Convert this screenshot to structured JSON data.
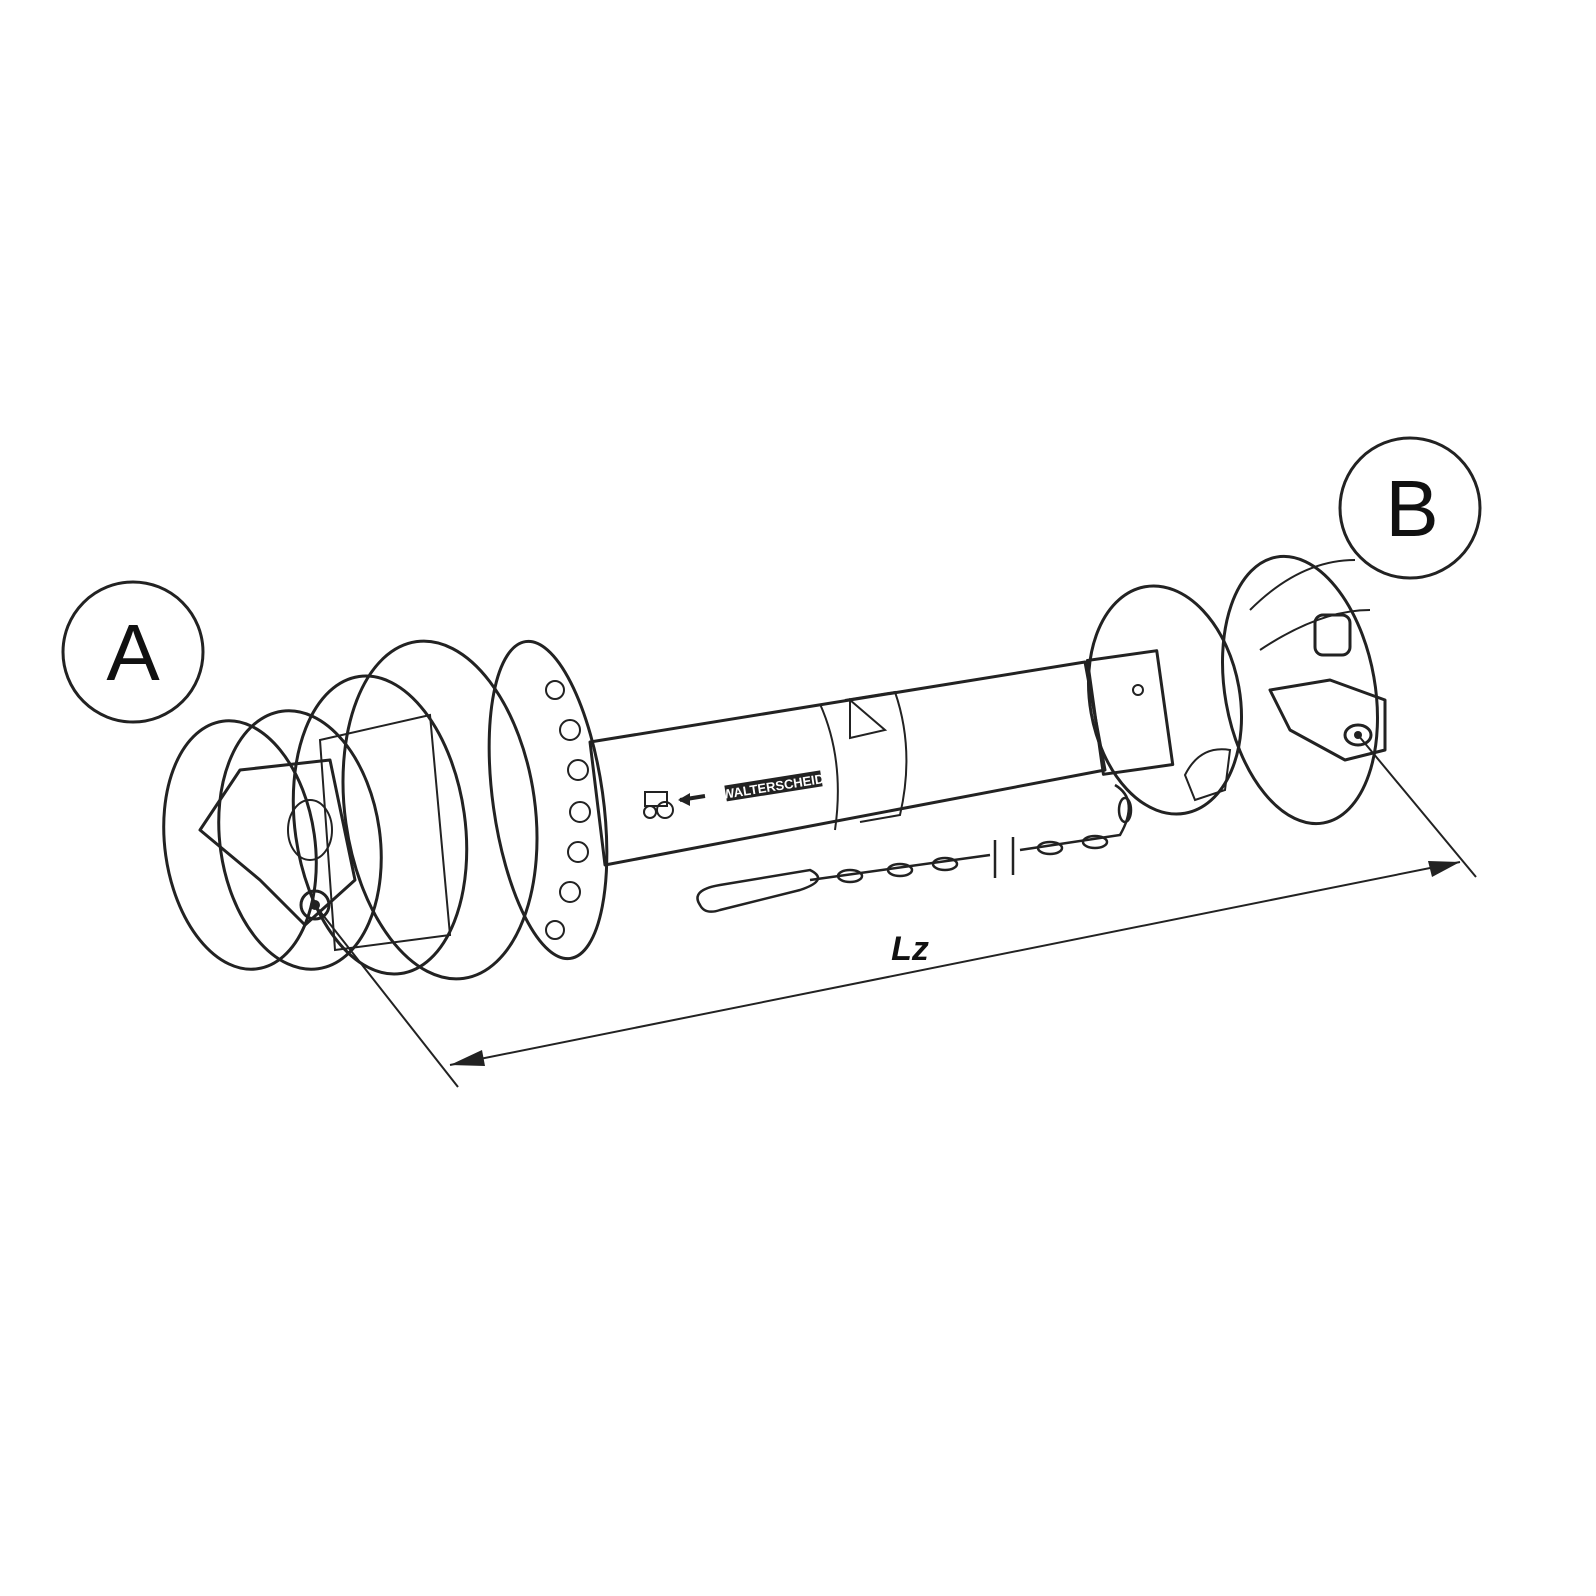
{
  "labels": {
    "end_a": "A",
    "end_b": "B",
    "length": "Lz"
  },
  "tube_logo": "WALTERSCHEID",
  "colors": {
    "line": "#222222",
    "guard_fill": "#c8c8c8",
    "background": "#ffffff"
  }
}
